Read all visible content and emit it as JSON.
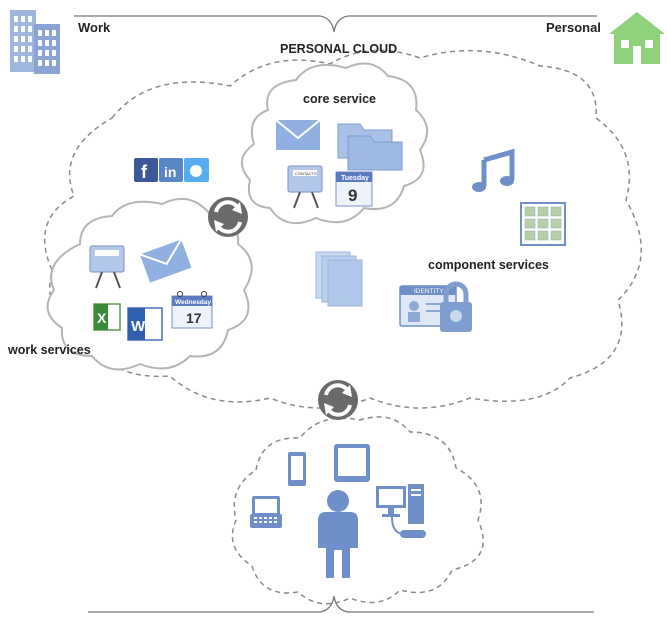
{
  "labels": {
    "work": "Work",
    "personal": "Personal",
    "personal_cloud": "PERSONAL CLOUD",
    "core_service": "core service",
    "work_services": "work services",
    "component_services": "component services"
  },
  "icon_text": {
    "calendar_core_day": "Tuesday",
    "calendar_core_date": "9",
    "calendar_work_day": "Wednesday",
    "calendar_work_date": "17",
    "identity_card": "IDENTITY",
    "rolodex_label": "CONTACTS"
  },
  "colors": {
    "icon_blue": "#6f8fc9",
    "icon_light_blue": "#a9c1e6",
    "building_blue": "#8fa9d6",
    "house_green": "#8fd17a",
    "sync_gray": "#6a6a6a",
    "cloud_dash": "#8a8a8a",
    "bracket_gray": "#777777"
  }
}
